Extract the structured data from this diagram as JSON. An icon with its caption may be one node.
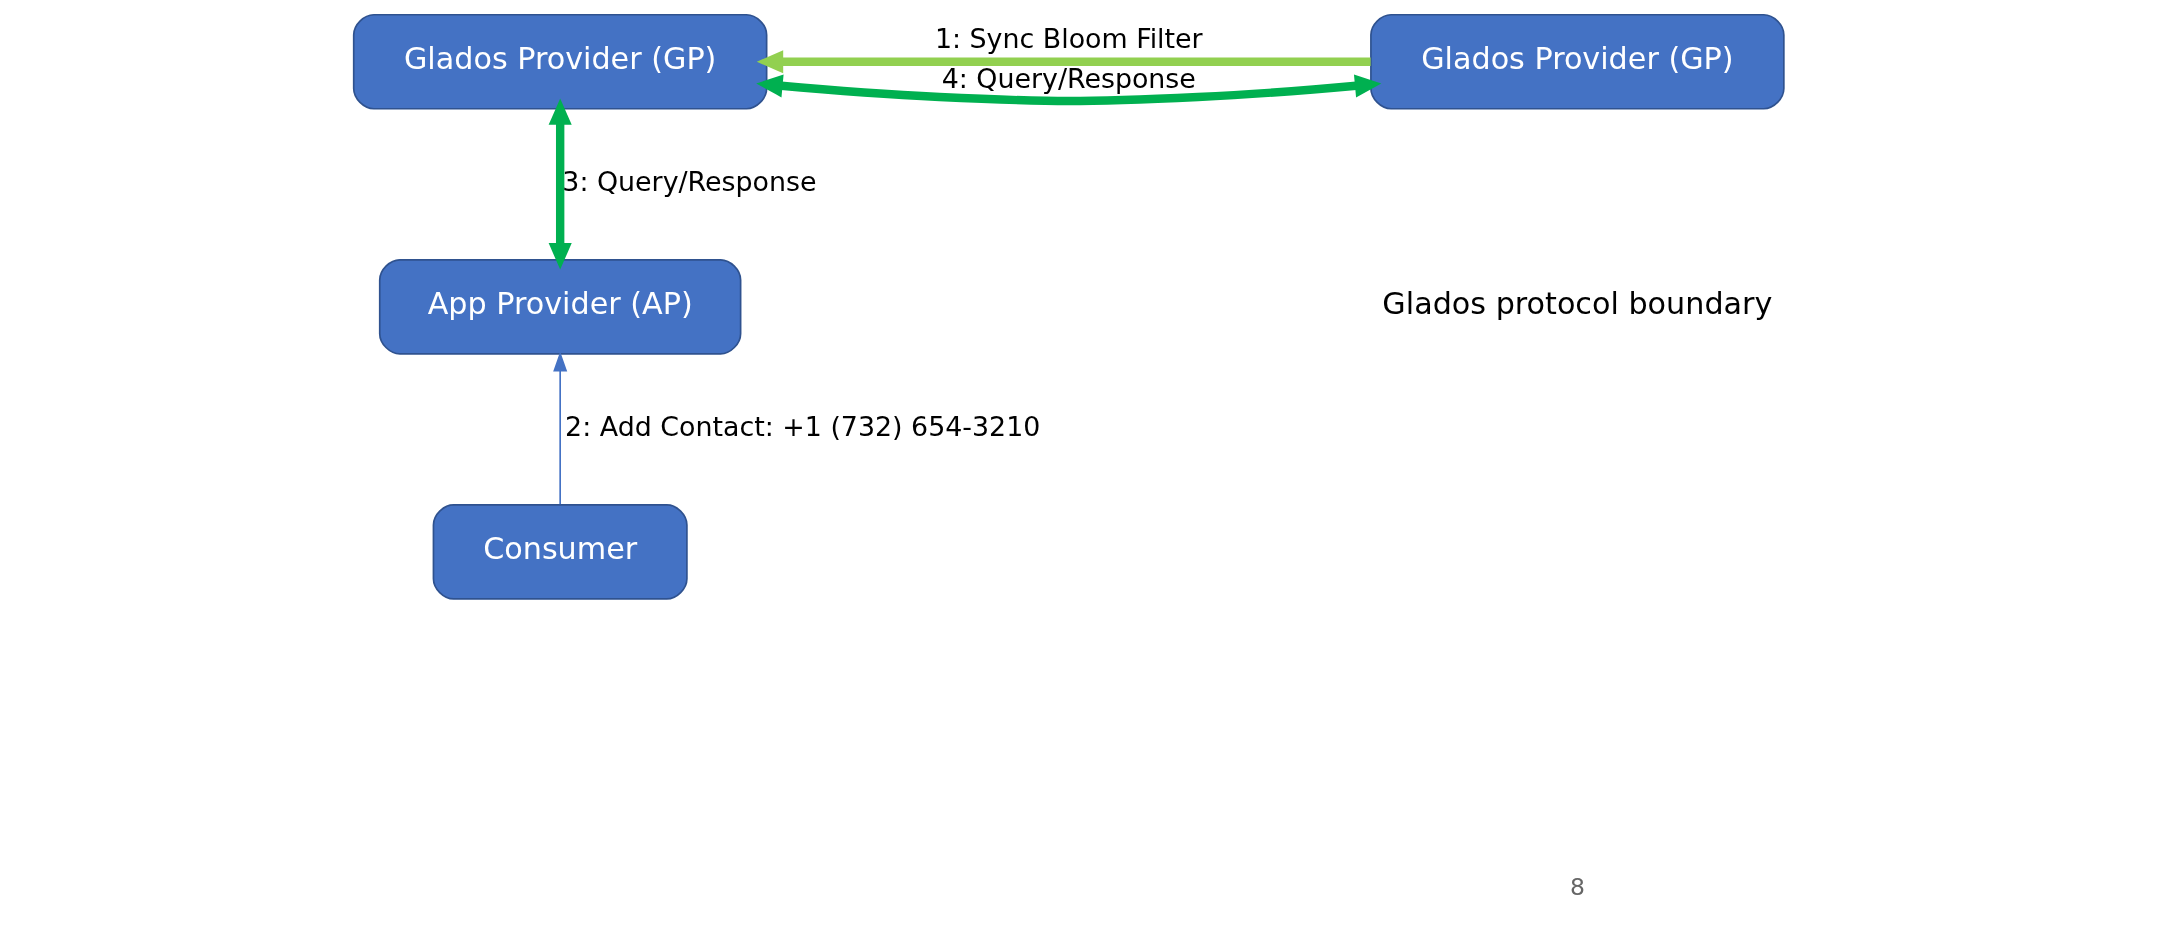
{
  "diagram": {
    "nodes": [
      {
        "text": [
          "Glados Provider (GP)"
        ]
      },
      {
        "text": [
          "Glados Provider (GP)"
        ]
      },
      {
        "text": [
          "App Provider (AP)"
        ]
      },
      {
        "text": [
          "Consumer"
        ]
      }
    ],
    "edges": [
      {
        "from": 1,
        "to": 0,
        "arrow": "to",
        "label": "1: Sync Bloom Filter",
        "color": "#92d050"
      },
      {
        "from": 0,
        "to": 1,
        "arrow": "both",
        "label": "4: Query/Response"
      },
      {
        "from": 0,
        "to": 2,
        "arrow": "both",
        "label": "3: Query/Response"
      },
      {
        "from": 3,
        "to": 2,
        "arrow": "to",
        "label": "2: Add Contact: +1 (732) 654-3210",
        "color": "#4472c4"
      }
    ],
    "labels": [
      "Glados protocol boundary",
      "8"
    ]
  }
}
